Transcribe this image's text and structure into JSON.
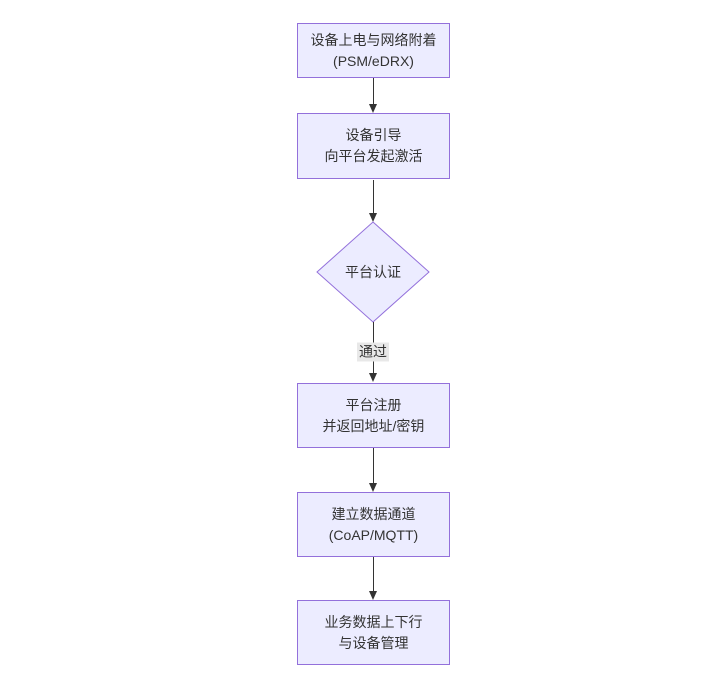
{
  "diagram": {
    "type": "flowchart",
    "direction": "top-down",
    "nodes": [
      {
        "id": "power-attach",
        "shape": "rectangle",
        "lines": [
          "设备上电与网络附着",
          "(PSM/eDRX)"
        ]
      },
      {
        "id": "bootstrap",
        "shape": "rectangle",
        "lines": [
          "设备引导",
          "向平台发起激活"
        ]
      },
      {
        "id": "auth-decision",
        "shape": "diamond",
        "lines": [
          "平台认证"
        ]
      },
      {
        "id": "register",
        "shape": "rectangle",
        "lines": [
          "平台注册",
          "并返回地址/密钥"
        ]
      },
      {
        "id": "data-channel",
        "shape": "rectangle",
        "lines": [
          "建立数据通道",
          "(CoAP/MQTT)"
        ]
      },
      {
        "id": "business",
        "shape": "rectangle",
        "lines": [
          "业务数据上下行",
          "与设备管理"
        ]
      }
    ],
    "edges": [
      {
        "from": "power-attach",
        "to": "bootstrap",
        "label": ""
      },
      {
        "from": "bootstrap",
        "to": "auth-decision",
        "label": ""
      },
      {
        "from": "auth-decision",
        "to": "register",
        "label": "通过"
      },
      {
        "from": "register",
        "to": "data-channel",
        "label": ""
      },
      {
        "from": "data-channel",
        "to": "business",
        "label": ""
      }
    ],
    "colors": {
      "node_fill": "#ECECFF",
      "node_border": "#9370DB",
      "text": "#333333",
      "arrow": "#333333",
      "edge_label_bg": "#e8e8e8",
      "background": "#ffffff"
    }
  }
}
